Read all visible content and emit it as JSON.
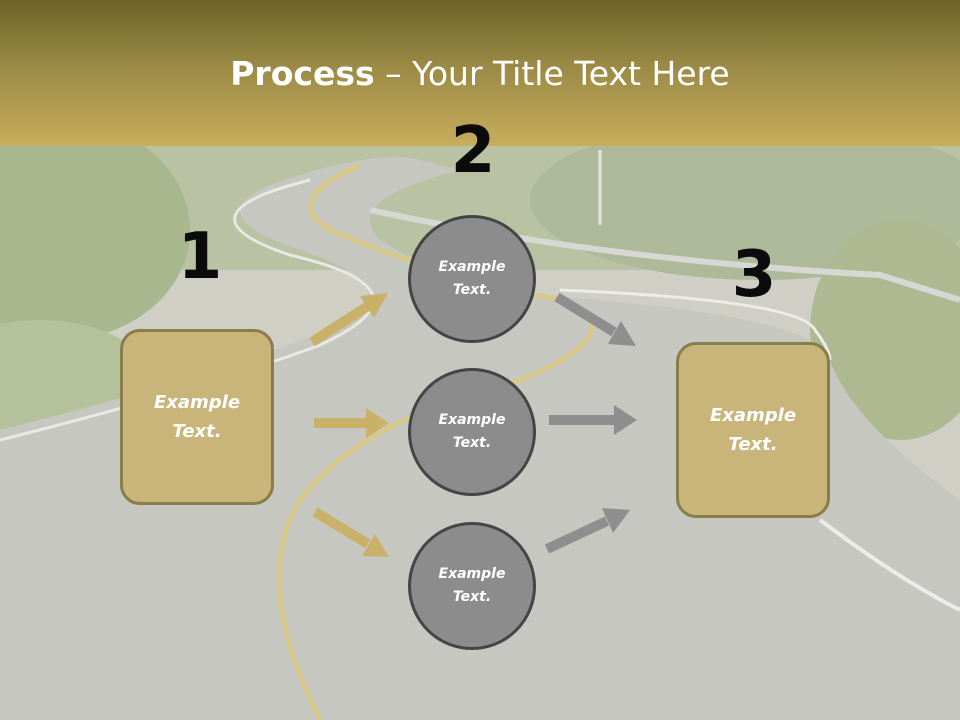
{
  "title": {
    "bold": "Process",
    "rest": " – Your Title Text Here"
  },
  "steps": [
    {
      "number": "1"
    },
    {
      "number": "2"
    },
    {
      "number": "3"
    }
  ],
  "left_box": {
    "text": "Example Text."
  },
  "circles": [
    {
      "text": "Example Text."
    },
    {
      "text": "Example Text."
    },
    {
      "text": "Example Text."
    }
  ],
  "right_box": {
    "text": "Example Text."
  },
  "colors": {
    "header_top": "#6e6328",
    "header_bottom": "#c7ad5c",
    "box_fill": "#c9b57a",
    "box_border": "#8a7d4c",
    "circle_fill": "#8c8c8c",
    "circle_border": "#454545",
    "arrow_gold": "#c9b16a",
    "arrow_gray": "#8e8e8e"
  }
}
